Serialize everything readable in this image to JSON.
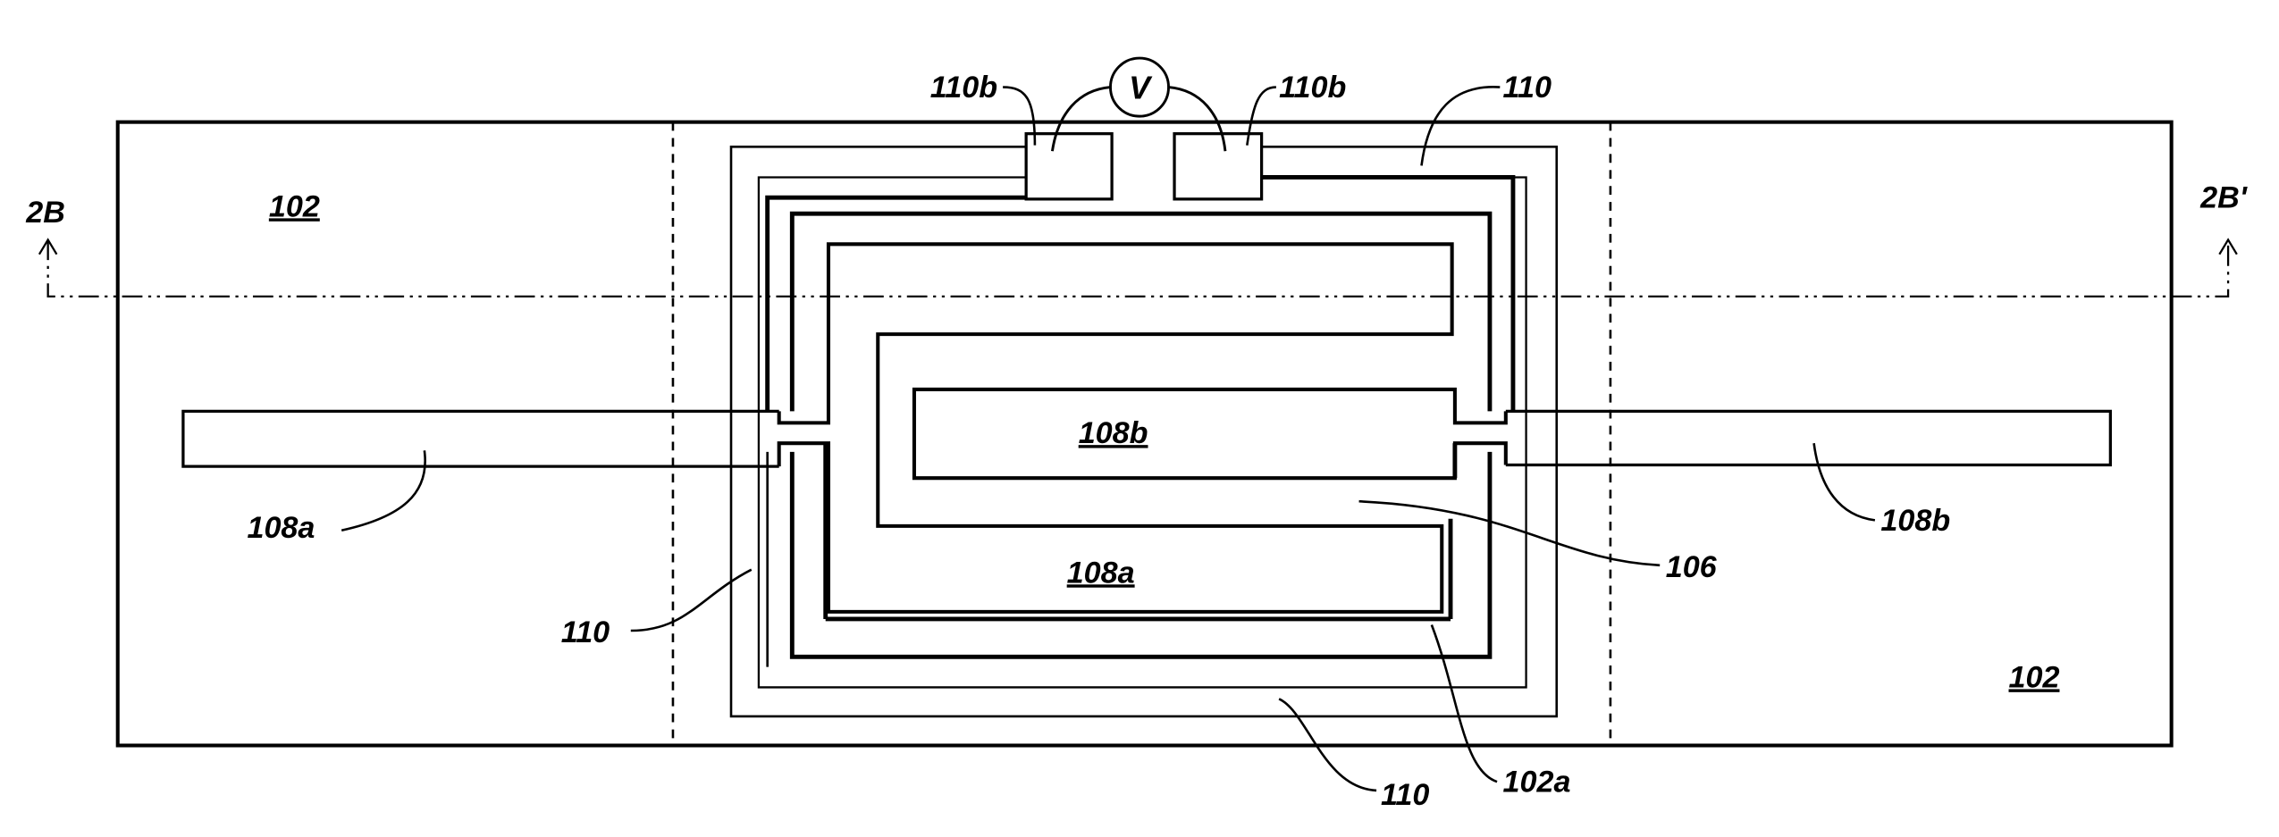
{
  "labels": {
    "substrate_left": "102",
    "substrate_right": "102",
    "section_left": "2B",
    "section_right": "2B'",
    "meter": "V",
    "pad_left": "110b",
    "pad_right": "110b",
    "trace_top": "110",
    "trace_left": "110",
    "trace_bottom": "110",
    "electrode_left_outer": "108a",
    "electrode_right_outer": "108b",
    "electrode_inner_top": "108b",
    "electrode_inner_bottom": "108a",
    "gap": "106",
    "cavity": "102a"
  },
  "colors": {
    "line": "#000000",
    "background": "#ffffff"
  }
}
